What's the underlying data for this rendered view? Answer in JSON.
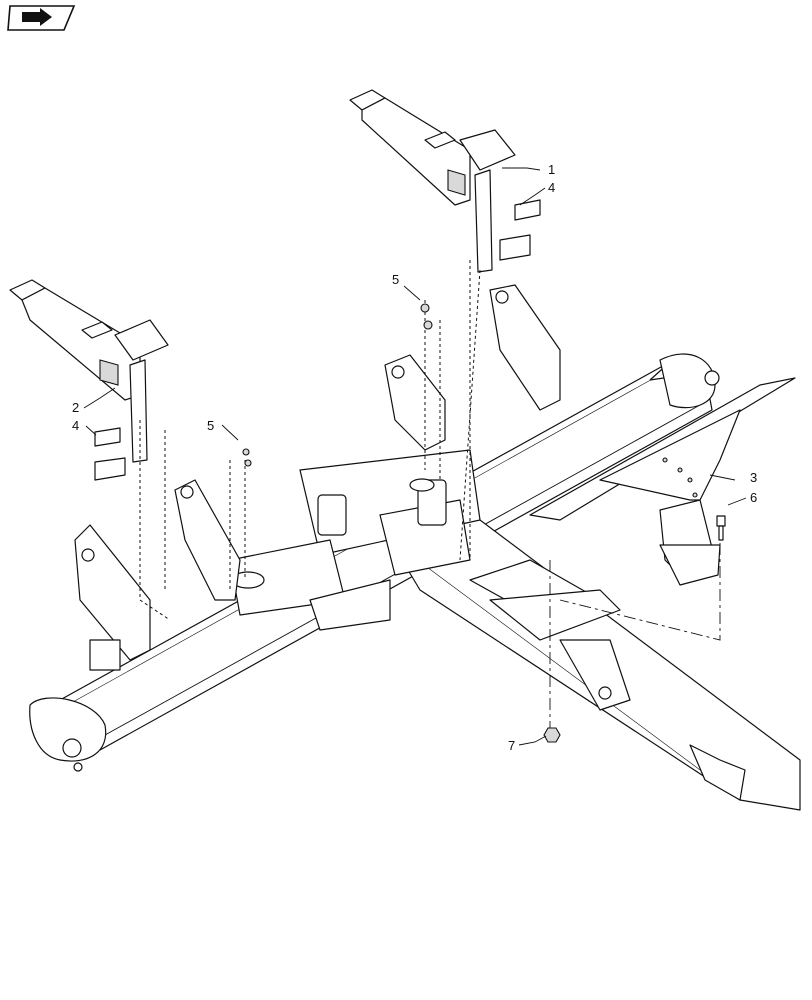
{
  "nav_icon": "navigate-arrow-icon",
  "callouts": [
    {
      "id": "c1",
      "label": "1"
    },
    {
      "id": "c4a",
      "label": "4"
    },
    {
      "id": "c5a",
      "label": "5"
    },
    {
      "id": "c2",
      "label": "2"
    },
    {
      "id": "c4b",
      "label": "4"
    },
    {
      "id": "c5b",
      "label": "5"
    },
    {
      "id": "c3",
      "label": "3"
    },
    {
      "id": "c6",
      "label": "6"
    },
    {
      "id": "c7",
      "label": "7"
    }
  ]
}
